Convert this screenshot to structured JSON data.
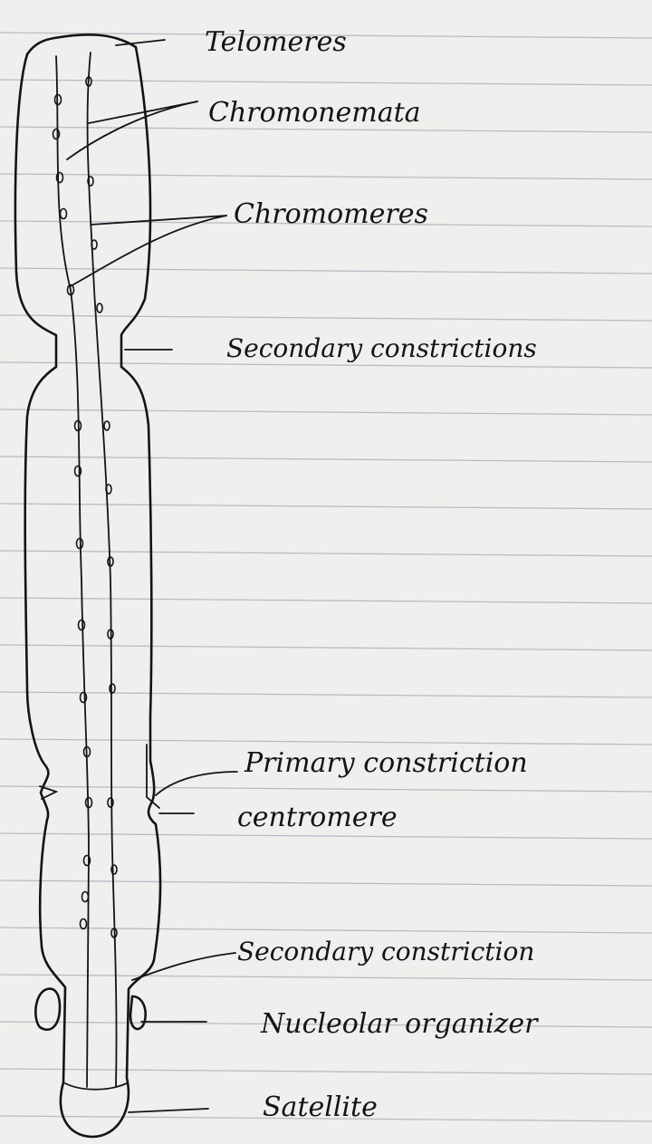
{
  "colors": {
    "paper": "#efefed",
    "rule": "#b9bcc4",
    "ink": "#141418"
  },
  "labels": {
    "telomeres": "Telomeres",
    "chromonemata": "Chromonemata",
    "chromomeres": "Chromomeres",
    "secondary_constriction_1": "Secondary constrictions",
    "primary_constriction": "Primary constriction",
    "centromere": "centromere",
    "secondary_constriction_2": "Secondary constriction",
    "nucleolar_organizer": "Nucleolar organizer",
    "satellite": "Satellite"
  }
}
